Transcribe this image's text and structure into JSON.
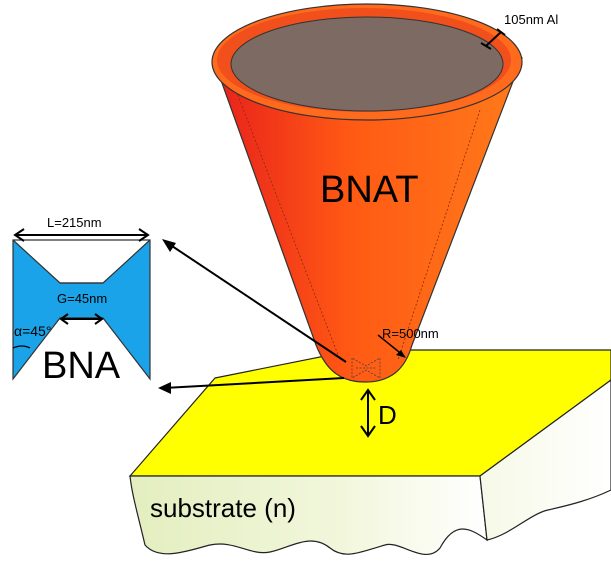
{
  "labels": {
    "coating": "105nm Al",
    "bnat": "BNAT",
    "length": "L=215nm",
    "gap": "G=45nm",
    "angle": "α=45°",
    "bna": "BNA",
    "radius": "R=500nm",
    "distance": "D",
    "substrate": "substrate (n)"
  },
  "colors": {
    "cone_orange": "#ff5a14",
    "cone_red": "#e61e1e",
    "cone_rim_inner": "#7d6a63",
    "antenna_blue": "#1aa3e8",
    "substrate_top": "#ffff00",
    "substrate_side": "#ecf3c6"
  }
}
